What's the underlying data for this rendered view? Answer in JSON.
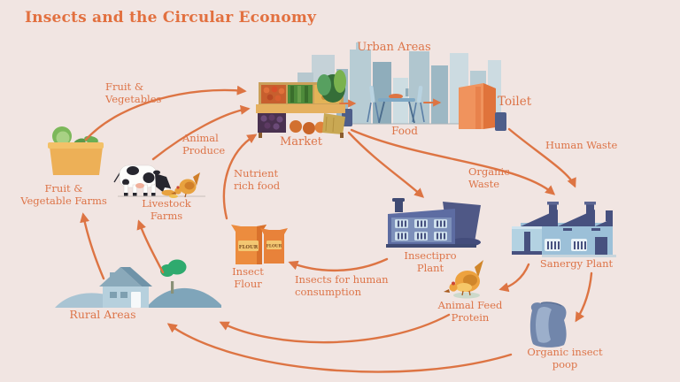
{
  "title": "Insects and the Circular Economy",
  "colors": {
    "background": "#f1e5e2",
    "accent": "#dd7448",
    "title": "#e2703f"
  },
  "nodes": {
    "urban_areas": {
      "label": "Urban Areas"
    },
    "market": {
      "label": "Market"
    },
    "food": {
      "label": "Food"
    },
    "toilet": {
      "label": "Toilet"
    },
    "fruit_vegetable_farms": {
      "label": "Fruit & Vegetable Farms"
    },
    "livestock_farms": {
      "label": "Livestock Farms"
    },
    "insect_flour": {
      "label": "Insect Flour",
      "bag_text": "FLOUR"
    },
    "insectipro_plant": {
      "label": "Insectipro Plant"
    },
    "sanergy_plant": {
      "label": "Sanergy Plant"
    },
    "animal_feed_protein": {
      "label": "Animal Feed Protein"
    },
    "organic_insect_poop": {
      "label": "Organic insect poop"
    },
    "rural_areas": {
      "label": "Rural Areas"
    }
  },
  "flows": {
    "fruit_vegetables": {
      "label": "Fruit & Vegetables",
      "from": "Fruit & Vegetable Farms",
      "to": "Market"
    },
    "animal_produce": {
      "label": "Animal Produce",
      "from": "Livestock Farms",
      "to": "Market"
    },
    "nutrient_rich_food": {
      "label": "Nutrient rich food",
      "from": "Insect Flour",
      "to": "Market"
    },
    "organic_waste": {
      "label": "Organic Waste",
      "from": "Market",
      "to": "Insectipro Plant / Sanergy Plant"
    },
    "human_waste": {
      "label": "Human Waste",
      "from": "Toilet",
      "to": "Sanergy Plant"
    },
    "insects_for_human_consumption": {
      "label": "Insects for human consumption",
      "from": "Insectipro Plant",
      "to": "Insect Flour"
    },
    "unlabeled": [
      {
        "from": "Market",
        "to": "Food"
      },
      {
        "from": "Food",
        "to": "Toilet"
      },
      {
        "from": "Sanergy Plant",
        "to": "Animal Feed Protein"
      },
      {
        "from": "Sanergy Plant",
        "to": "Organic insect poop"
      },
      {
        "from": "Animal Feed Protein",
        "to": "Rural Areas"
      },
      {
        "from": "Organic insect poop",
        "to": "Rural Areas"
      },
      {
        "from": "Rural Areas",
        "to": "Fruit & Vegetable Farms"
      },
      {
        "from": "Rural Areas",
        "to": "Livestock Farms"
      }
    ]
  }
}
